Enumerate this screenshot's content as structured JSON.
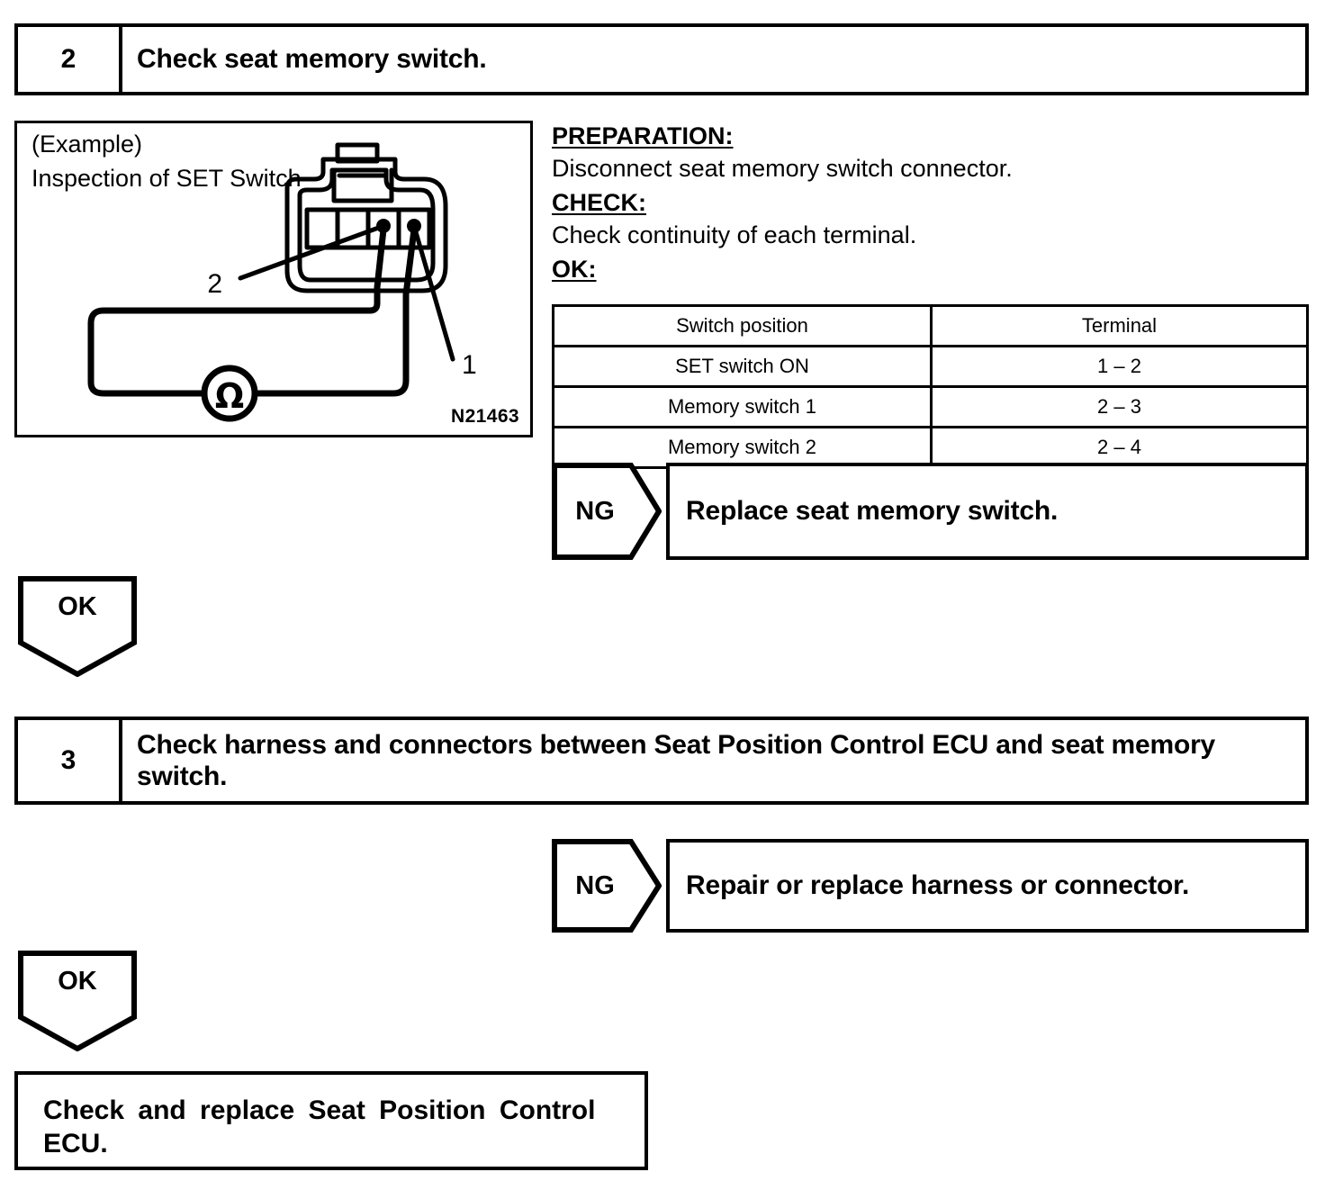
{
  "steps": [
    {
      "number": "2",
      "text": "Check seat memory switch."
    },
    {
      "number": "3",
      "text": "Check harness and connectors between Seat Position Control ECU and seat memory switch."
    }
  ],
  "figure": {
    "caption_line_1": "(Example)",
    "caption_line_2": "Inspection of SET Switch",
    "figure_id": "N21463",
    "callout_upper": "2",
    "callout_lower": "1",
    "meter_symbol": "Ω"
  },
  "instructions": {
    "preparation_heading": "PREPARATION:",
    "preparation_text": "Disconnect seat memory switch connector.",
    "check_heading": "CHECK:",
    "check_text": "Check continuity of each terminal.",
    "ok_heading": "OK:"
  },
  "spec_table": {
    "headers": [
      "Switch position",
      "Terminal"
    ],
    "rows": [
      [
        "SET switch ON",
        "1 – 2"
      ],
      [
        "Memory switch 1",
        "2 – 3"
      ],
      [
        "Memory switch 2",
        "2 – 4"
      ]
    ]
  },
  "branches": {
    "ng_label": "NG",
    "ok_label": "OK",
    "ng_action_1": "Replace seat memory switch.",
    "ng_action_2": "Repair or replace harness or connector."
  },
  "result": {
    "line_1": "Check and replace Seat Position Control",
    "line_2": "ECU."
  },
  "colors": {
    "ink": "#000000",
    "paper": "#ffffff"
  }
}
